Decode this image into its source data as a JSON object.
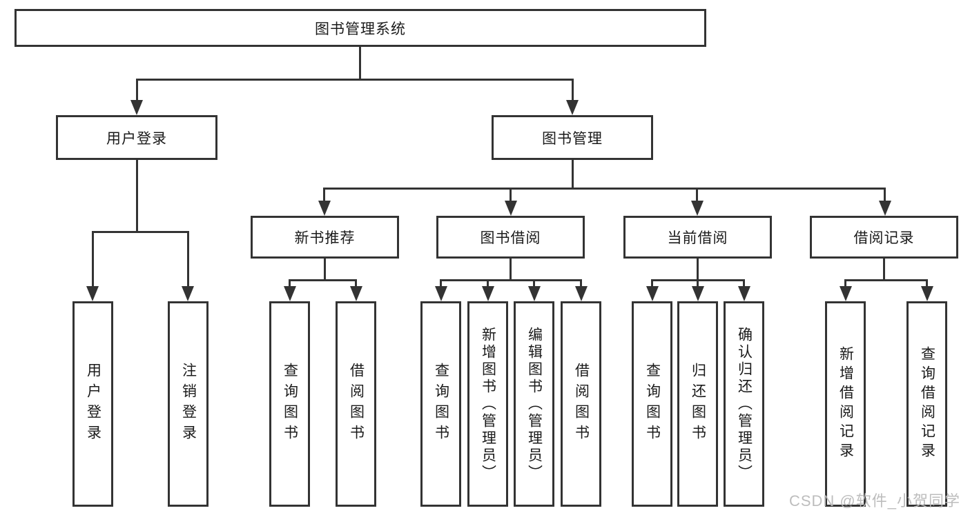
{
  "diagram": {
    "title": "图书管理系统",
    "root": {
      "label": "图书管理系统"
    },
    "branches": [
      {
        "label": "用户登录",
        "children": [
          {
            "label": "用户登录"
          },
          {
            "label": "注销登录"
          }
        ]
      },
      {
        "label": "图书管理",
        "children": [
          {
            "label": "新书推荐",
            "children": [
              {
                "label": "查询图书"
              },
              {
                "label": "借阅图书"
              }
            ]
          },
          {
            "label": "图书借阅",
            "children": [
              {
                "label": "查询图书"
              },
              {
                "label": "新增图书（管理员）"
              },
              {
                "label": "编辑图书（管理员）"
              },
              {
                "label": "借阅图书"
              }
            ]
          },
          {
            "label": "当前借阅",
            "children": [
              {
                "label": "查询图书"
              },
              {
                "label": "归还图书"
              },
              {
                "label": "确认归还（管理员）"
              }
            ]
          },
          {
            "label": "借阅记录",
            "children": [
              {
                "label": "新增借阅记录"
              },
              {
                "label": "查询借阅记录"
              }
            ]
          }
        ]
      }
    ]
  },
  "watermark": {
    "text": "CSDN @软件_小贺同学"
  },
  "colors": {
    "line": "#333333",
    "text": "#1a1a1a",
    "background": "#ffffff",
    "watermark": "#b9b9b9"
  }
}
